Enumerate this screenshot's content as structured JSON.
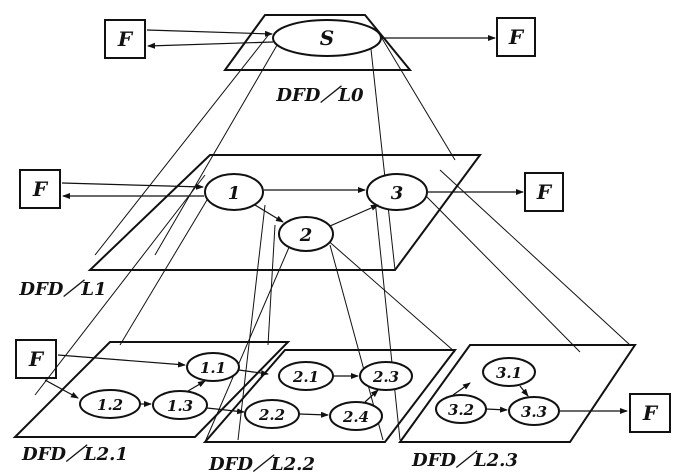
{
  "levels": {
    "l0": "DFD／L0",
    "l1": "DFD／L1",
    "l21": "DFD／L2.1",
    "l22": "DFD／L2.2",
    "l23": "DFD／L2.3"
  },
  "external": "F",
  "processes": {
    "s": "S",
    "p1": "1",
    "p2": "2",
    "p3": "3",
    "p11": "1.1",
    "p12": "1.2",
    "p13": "1.3",
    "p21": "2.1",
    "p22": "2.2",
    "p23": "2.3",
    "p24": "2.4",
    "p31": "3.1",
    "p32": "3.2",
    "p33": "3.3"
  }
}
